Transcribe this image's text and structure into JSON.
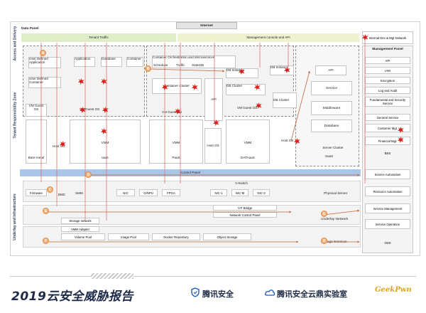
{
  "sections": {
    "access_delivery": "Access and Delivery",
    "tenant_zone": "Tenant Responsibility Zone",
    "underlay": "Underlay and Infrastructure"
  },
  "top": {
    "data_panel": "Data Panel",
    "internet": "Internet",
    "tenant_traffic": "Tenant Traffic",
    "mgmt_console": "Management console and API",
    "internal_net": "Internal Dev & Mgt Network"
  },
  "tenant": {
    "user_app": "User Defined Application",
    "user_container": "User Defined Container",
    "vm_guest_os": "VM Guest OS",
    "bare_metal": "Bare-metal",
    "host_os": "Host OS",
    "application": "Application",
    "database": "Database",
    "container": "Container",
    "vm_guest_os2": "VM Guest OS",
    "vmm": "VMM",
    "iaas": "IaaS",
    "orch": "Container Orchestration and Microservices",
    "scheduler": "Scheduler",
    "traffic": "Traffic",
    "stateDB": "StateDB",
    "container_cluster": "Container Cluster",
    "vm_guest_os3": "VM Guest OS",
    "vmm2": "VMM",
    "paas": "PaaS",
    "api": "API",
    "host_os2": "Host OS",
    "db_instance": "DB Instance",
    "db_cluster": "DB Cluster",
    "vm_guest_os4": "VM Guest OS",
    "vmm3": "VMM",
    "dataaas": "DATAaaS",
    "db_instance2": "DB Instance",
    "db_cluster2": "DB Cluster",
    "api2": "API",
    "service": "Service",
    "middleware": "Middleware",
    "database2": "Database",
    "server_cluster": "Server Cluster",
    "saas": "SaaS",
    "host_os3": "Host OS"
  },
  "mgmt": {
    "title": "Management Panel",
    "items": [
      "API",
      "IAM",
      "Encryption",
      "Log and Audit",
      "Fundamental and Security Service",
      "General Service",
      "Customer Mgt.",
      "Financial Mgt.",
      "BSS",
      "Service Automation",
      "Resource Automation",
      "Service Management",
      "Service Operation",
      "OSS"
    ]
  },
  "control_panel": "Control Panel",
  "underlay_items": {
    "firmware": "Firmware",
    "bmc": "BMC",
    "smm": "SMM",
    "nic": "NIC",
    "gpu": "G/NPU",
    "fpga": "FPGA",
    "vswitch": "V-Switch",
    "nic1": "NIC-1",
    "nicm": "NIC-M",
    "nic3": "NIC-3",
    "physical_server": "Physical Server",
    "vfbridge": "V-F Bridge",
    "net_control": "Network Control Panel",
    "underlay_net": "Underlay Network",
    "storage_net": "Storage network",
    "vmm_adapter": "VMM Adapter",
    "volume_pool": "Volume Pool",
    "image_pool": "Image Pool",
    "docker_repo": "Docker Repository",
    "object_storage": "Object Storage",
    "storage_services": "Storage Services"
  },
  "markers": [
    "A",
    "B",
    "C",
    "D",
    "E",
    "F",
    "G",
    "H"
  ],
  "footer": {
    "title": "2019云安全威胁报告",
    "brand1": "腾讯安全",
    "brand2": "腾讯安全云鼎实验室",
    "brand3": "GeekPwn"
  },
  "colors": {
    "threat": "#d9201d",
    "blue_band": "#a9c6ea",
    "green_band": "#dfeec8",
    "marker": "#f2b07a",
    "arrow": "#c0643a"
  }
}
